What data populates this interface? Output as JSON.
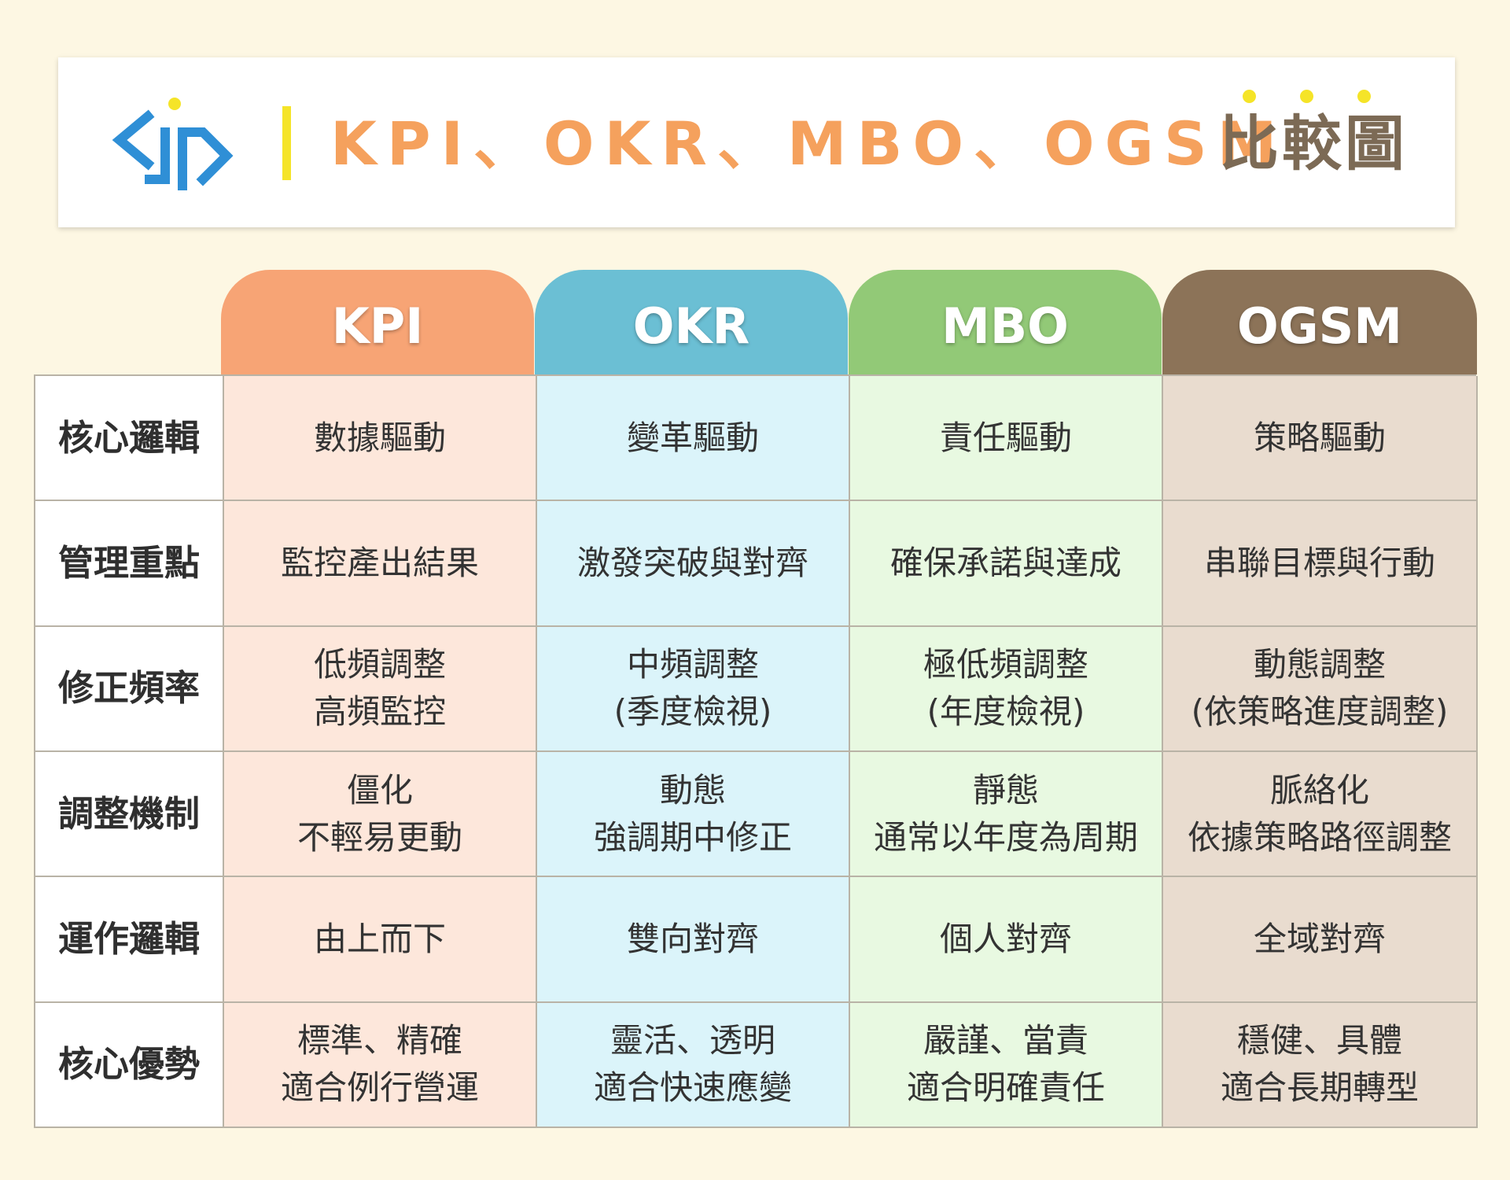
{
  "header": {
    "title": "KPI、OKR、MBO、OGSM",
    "title_suffix": "比較圖",
    "logo_icon": "company-logo-icon",
    "colors": {
      "title": "#f5a15d",
      "suffix": "#7c6a55",
      "accent": "#f5e428",
      "logo": "#2f8fd6"
    }
  },
  "columns": [
    {
      "label": "KPI",
      "color": "#f7a475"
    },
    {
      "label": "OKR",
      "color": "#6bbfd4"
    },
    {
      "label": "MBO",
      "color": "#92c977"
    },
    {
      "label": "OGSM",
      "color": "#8c7358"
    }
  ],
  "rows": [
    {
      "label": "核心邏輯",
      "cells": [
        [
          "數據驅動"
        ],
        [
          "變革驅動"
        ],
        [
          "責任驅動"
        ],
        [
          "策略驅動"
        ]
      ]
    },
    {
      "label": "管理重點",
      "cells": [
        [
          "監控產出結果"
        ],
        [
          "激發突破與對齊"
        ],
        [
          "確保承諾與達成"
        ],
        [
          "串聯目標與行動"
        ]
      ]
    },
    {
      "label": "修正頻率",
      "cells": [
        [
          "低頻調整",
          "高頻監控"
        ],
        [
          "中頻調整",
          "(季度檢視)"
        ],
        [
          "極低頻調整",
          "(年度檢視)"
        ],
        [
          "動態調整",
          "(依策略進度調整)"
        ]
      ]
    },
    {
      "label": "調整機制",
      "cells": [
        [
          "僵化",
          "不輕易更動"
        ],
        [
          "動態",
          "強調期中修正"
        ],
        [
          "靜態",
          "通常以年度為周期"
        ],
        [
          "脈絡化",
          "依據策略路徑調整"
        ]
      ]
    },
    {
      "label": "運作邏輯",
      "cells": [
        [
          "由上而下"
        ],
        [
          "雙向對齊"
        ],
        [
          "個人對齊"
        ],
        [
          "全域對齊"
        ]
      ]
    },
    {
      "label": "核心優勢",
      "cells": [
        [
          "標準、精確",
          "適合例行營運"
        ],
        [
          "靈活、透明",
          "適合快速應變"
        ],
        [
          "嚴謹、當責",
          "適合明確責任"
        ],
        [
          "穩健、具體",
          "適合長期轉型"
        ]
      ]
    }
  ]
}
